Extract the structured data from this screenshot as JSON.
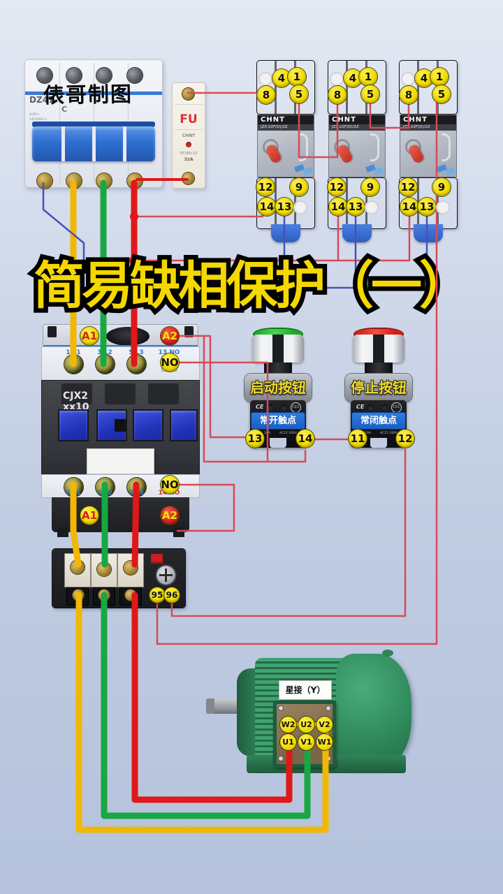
{
  "title": "简易缺相保护（一）",
  "watermark": "俵哥制图",
  "colors": {
    "wire_yellow": "#f2b705",
    "wire_green": "#18a843",
    "wire_red": "#e01818",
    "thin_red": "#d84a56",
    "thin_blue": "#4653b8",
    "badge_yellow": "#f2dc00",
    "title_yellow": "#f4d800"
  },
  "breaker": {
    "model": "DZ47-",
    "curve": "C",
    "spec1": "400V~",
    "spec2": "GB10963.1"
  },
  "fuse": {
    "label": "FU",
    "brand": "CHNT",
    "model": "RT28N-32",
    "rating": "32A"
  },
  "relays": [
    {
      "brand": "CHNT",
      "model": "JZX-22F(D)/2Z",
      "t4": "4",
      "t1": "1",
      "t8": "8",
      "t5": "5",
      "t12": "12",
      "t9": "9",
      "t14": "14",
      "t13": "13"
    },
    {
      "brand": "CHNT",
      "model": "JZX-22F(D)/2Z",
      "t4": "4",
      "t1": "1",
      "t8": "8",
      "t5": "5",
      "t12": "12",
      "t9": "9",
      "t14": "14",
      "t13": "13"
    },
    {
      "brand": "CHNT",
      "model": "JZX-22F(D)/2Z",
      "t4": "4",
      "t1": "1",
      "t8": "8",
      "t5": "5",
      "t12": "12",
      "t9": "9",
      "t14": "14",
      "t13": "13"
    }
  ],
  "contactor": {
    "model1": "CJX2",
    "model2": "xx10",
    "top": [
      "1 L1",
      "3 L2",
      "5 L3",
      "13 NO"
    ],
    "bottom": [
      "2 T1",
      "4 T2",
      "6 T3",
      "14 NO"
    ],
    "a1": "A1",
    "a2": "A2",
    "no": "NO"
  },
  "buttons": {
    "start": {
      "name": "启动按钮",
      "contact": "常开触点",
      "tl": "13",
      "tr": "14",
      "ce": "CE",
      "spec_left": "10A",
      "spec_right": "AC15 240V"
    },
    "stop": {
      "name": "停止按钮",
      "contact": "常闭触点",
      "tl": "11",
      "tr": "12",
      "ce": "CE",
      "spec_left": "10A",
      "spec_right": "AC15 240V"
    }
  },
  "thermal": {
    "t95": "95",
    "t96": "96"
  },
  "motor": {
    "label": "星接（Y）",
    "w2": "W2",
    "u2": "U2",
    "v2": "V2",
    "u1": "U1",
    "v1": "V1",
    "w1": "W1"
  }
}
